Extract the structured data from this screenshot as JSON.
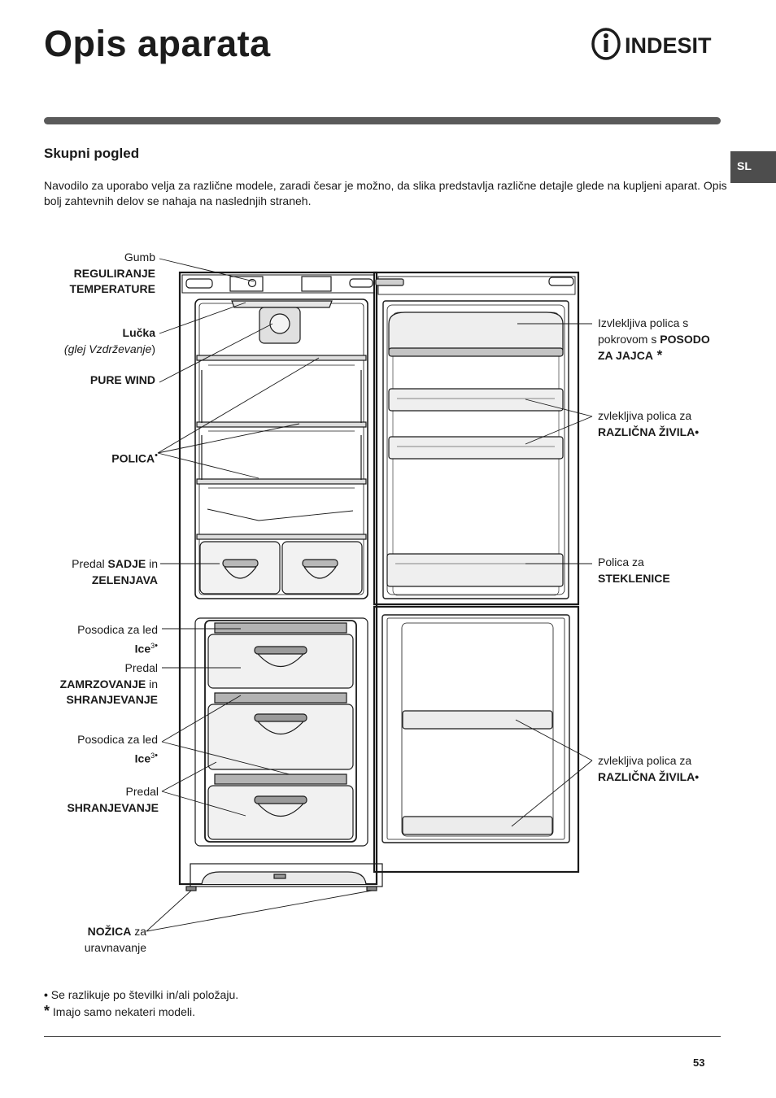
{
  "page": {
    "title": "Opis aparata",
    "brand": "INDESIT",
    "section_title": "Skupni pogled",
    "language_tab": "SL",
    "intro": "Navodilo za uporabo velja za različne modele, zaradi česar je možno, da slika predstavlja različne detajle glede na kupljeni aparat. Opis bolj zahtevnih delov se nahaja na naslednjih straneh.",
    "page_number": "53"
  },
  "labels": {
    "gumb": [
      "Gumb",
      "REGULIRANJE",
      "TEMPERATURE"
    ],
    "lucka": [
      "Lučka",
      "(glej ",
      "Vzdrževanje",
      ")"
    ],
    "pure_wind": "PURE WIND",
    "polica": [
      "POLICA",
      "•"
    ],
    "predal_sadje": [
      "Predal ",
      "SADJE",
      " in",
      "ZELENJAVA"
    ],
    "ice_1": [
      "Posodica za led",
      "Ice",
      "3",
      "•"
    ],
    "predal_zamrz": [
      "Predal",
      "ZAMRZOVANJE",
      " in",
      "SHRANJEVANJE"
    ],
    "ice_2": [
      "Posodica za led",
      "Ice",
      "3",
      "•"
    ],
    "predal_shr": [
      "Predal",
      "SHRANJEVANJE"
    ],
    "nozica": [
      "NOŽICA",
      " za",
      "uravnavanje"
    ],
    "izvlek_egg": [
      "Izvlekljiva polica s",
      "pokrovom s ",
      "POSODO",
      "ZA JAJCA",
      " *"
    ],
    "zvlek_1": [
      "zvlekljiva polica za",
      "RAZLIČNA ŽIVILA•"
    ],
    "polica_stek": [
      "Polica za",
      "STEKLENICE"
    ],
    "zvlek_2": [
      "zvlekljiva polica za",
      "RAZLIČNA ŽIVILA•"
    ]
  },
  "notes": {
    "note1_symbol": "•",
    "note1": " Se razlikuje po številki in/ali položaju.",
    "note2_symbol": "*",
    "note2": " Imajo samo nekateri modeli."
  }
}
